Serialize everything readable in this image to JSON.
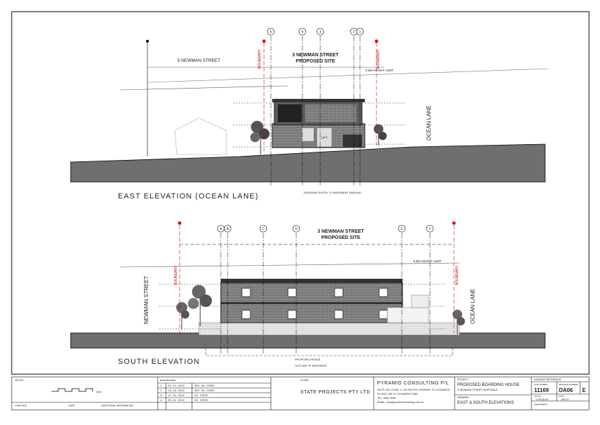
{
  "east": {
    "title": "EAST ELEVATION (OCEAN LANE)",
    "site_line1": "3 NEWMAN STREET",
    "site_line2": "PROPOSED SITE",
    "left_street": "5 NEWMAN STREET",
    "right_street": "OCEAN LANE",
    "boundary": "BOUNDARY",
    "height_limit": "8.5M HEIGHT LIMIT",
    "lift": "LIFT",
    "annotation": "DRIVEWAY ENTRY TO BASEMENT PARKING",
    "grids": [
      "5",
      "4",
      "3",
      "2",
      "1"
    ]
  },
  "south": {
    "title": "SOUTH ELEVATION",
    "site_line1": "3 NEWMAN STREET",
    "site_line2": "PROPOSED SITE",
    "left_street": "NEWMAN STREET",
    "right_street": "OCEAN LANE",
    "boundary": "BOUNDARY",
    "height_limit": "8.5M HEIGHT LIMIT",
    "annotation1": "PROPOSED FENCE",
    "annotation2": "OUTLINE OF BASEMENT",
    "grids": [
      "A",
      "B",
      "C",
      "D",
      "E",
      "F"
    ]
  },
  "titleblock": {
    "notes_label": "NOTES",
    "scale_bar": "10m",
    "checked_label": "CHECKED",
    "date_label": "DATE",
    "additional_info_label": "ADDITIONAL INFORMATION",
    "amendments_label": "amendments",
    "revisions": [
      {
        "rev": "E",
        "date": "02.04.2019",
        "desc": "REV DA ISSUE"
      },
      {
        "rev": "C",
        "date": "19.03.2019",
        "desc": "REV DA ISSUE"
      },
      {
        "rev": "B",
        "date": "22.01.2019",
        "desc": "DA ISSUE"
      },
      {
        "rev": "A",
        "date": "08.01.2019",
        "desc": "DA ISSUE"
      }
    ],
    "client_label": "CLIENT",
    "client": "STATE PROJECTS PTY LTD",
    "consultant": "PYRAMID CONSULTING P/L",
    "consultant_addr1": "SUITE 305, LEVEL 3, 910 PACIFIC HIGHWAY ST LEONARDS",
    "consultant_addr2": "PO BOX 356 ST LEONARDS 2065",
    "consultant_tel": "TEL: 9460 2666",
    "consultant_email": "EMAIL: info@pyramidconsulting.com.au",
    "project_label": "PROJECT",
    "project": "PROPOSED BOARDING HOUSE",
    "address": "3 NEWMAN STREET MORTDALE",
    "drawing_label": "DRAWING",
    "drawing_title": "EAST & SOUTH ELEVATIONS",
    "drawing_ref_label": "DRAWING REFERENCE",
    "job_no_label": "JOB NUMBER",
    "dwg_no_label": "DRAWING NUMBER",
    "job_no": "11169",
    "dwg_no": "DA06",
    "rev": "E",
    "scale_label": "SCALE",
    "date2_label": "DATE",
    "scale": "1:200 @ A3",
    "date_val": "JAN 19",
    "amendment_label": "AMENDMENT"
  }
}
